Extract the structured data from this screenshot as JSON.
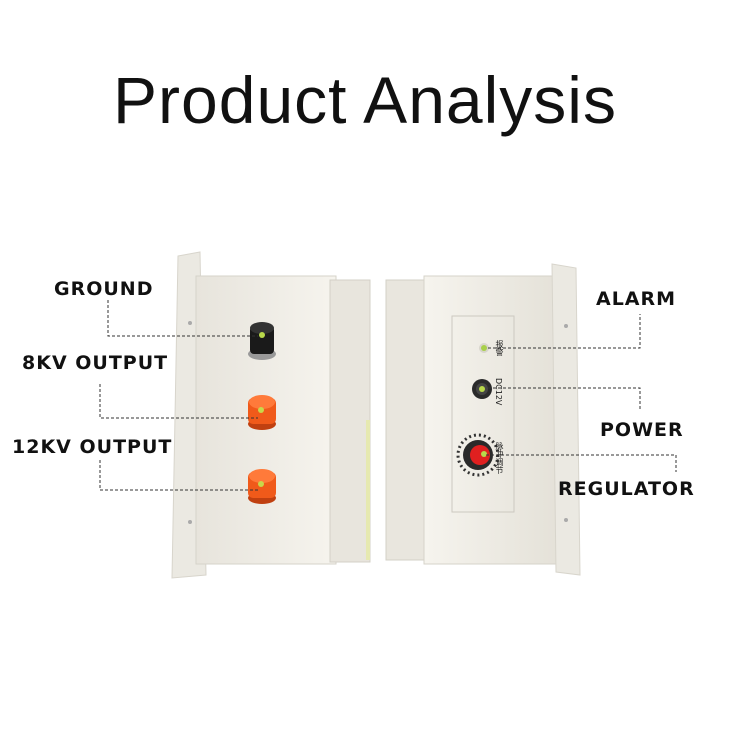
{
  "title": "Product Analysis",
  "labels": {
    "ground": "GROUND",
    "output_8kv": "8KV OUTPUT",
    "output_12kv": "12KV OUTPUT",
    "alarm": "ALARM",
    "power": "POWER",
    "regulator": "REGULATOR"
  },
  "panel_text": {
    "alarm_cn": "报警",
    "power_dc": "DC12V",
    "regulator_cn": "脉冲调节"
  },
  "colors": {
    "enclosure": "#f1efe7",
    "terminal_ground": "#111111",
    "terminal_output": "#f05a1a",
    "knob": "#e02020",
    "led": "#a8d04a"
  }
}
